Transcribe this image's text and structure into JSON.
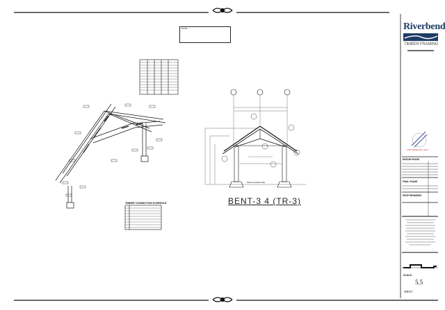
{
  "logo": {
    "name": "Riverbend",
    "subtitle": "TIMBER FRAMING",
    "brand_color": "#1d3b63"
  },
  "notes": {
    "heading": "NOTE:"
  },
  "drawing": {
    "elevation_title": "BENT-3 4 (TR-3)",
    "floor_label": "MAIN FLOOR LINE",
    "schedule_title": "TIMBER CONNECTION SCHEDULE"
  },
  "title_block": {
    "stamp_text": "FOR APPROVAL ONLY",
    "design_phase": "DESIGN PHASE",
    "final_phase": "FINAL PHASE",
    "shop_drawings": "SHOP DRAWINGS",
    "scale_label": "SCALE:",
    "sheet_number": "5.5",
    "sheet_label": "SHEET"
  }
}
